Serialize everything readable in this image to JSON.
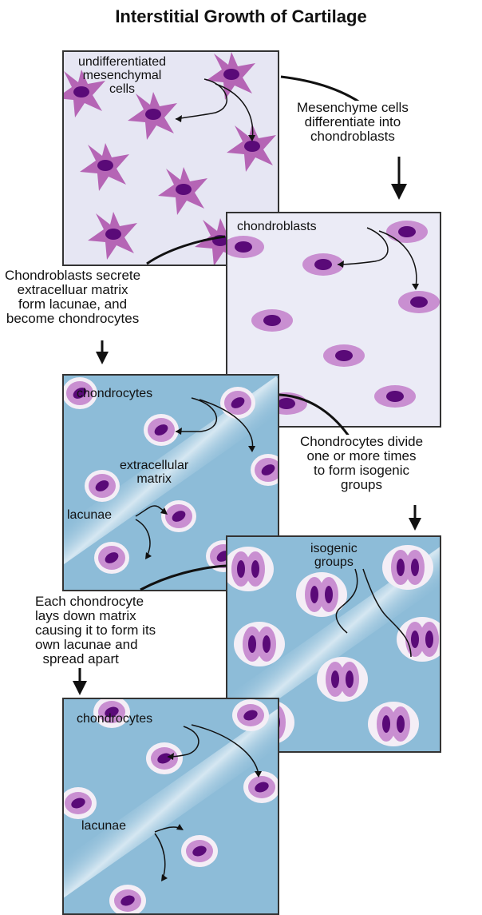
{
  "title": "Interstitial Growth of Cartilage",
  "panels": {
    "mesenchyme": {
      "label": "undifferentiated\nmesenchymal\ncells",
      "color_cell": "#b565b5",
      "color_nucleus": "#5a0a78"
    },
    "chondroblasts": {
      "label": "chondroblasts"
    },
    "chondrocytes_1": {
      "label_top": "chondrocytes",
      "label_matrix": "extracellular\nmatrix",
      "label_lacunae": "lacunae"
    },
    "isogenic": {
      "label": "isogenic\ngroups"
    },
    "chondrocytes_2": {
      "label_top": "chondrocytes",
      "label_lacunae": "lacunae"
    }
  },
  "steps": {
    "step1": "Mesenchyme cells\ndifferentiate into\nchondroblasts",
    "step2": "Chondroblasts secrete\nextracelluar matrix\nform lacunae, and\nbecome chondrocytes",
    "step3": "Chondrocytes divide\none or more times\nto form isogenic\ngroups",
    "step4": "Each chondrocyte\nlays down matrix\ncausing it to form its\nown lacunae and\n  spread apart"
  },
  "colors": {
    "matrix_blue": "#8dbcd8",
    "pale_panel": "#e6e6f3",
    "cell_pink": "#c98fd1",
    "nucleus_purple": "#5a0a78",
    "lacuna_white": "#f4eef6"
  }
}
